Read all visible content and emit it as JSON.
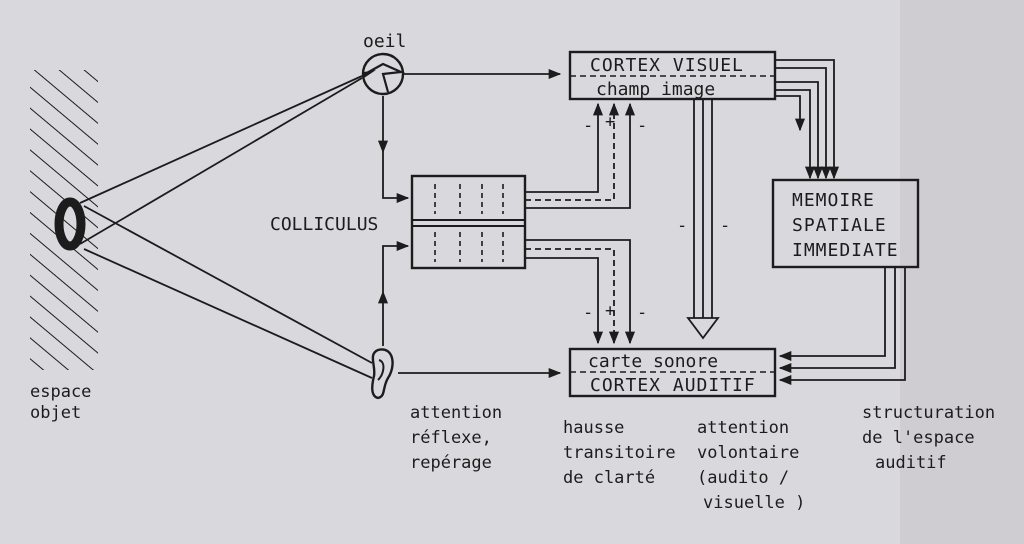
{
  "labels": {
    "oeil": "oeil",
    "colliculus": "COLLICULUS",
    "espace_objet": [
      "espace",
      "objet"
    ],
    "cortex_visuel": "CORTEX VISUEL",
    "champ_image": "champ image",
    "memoire": [
      "MEMOIRE",
      "SPATIALE",
      "IMMEDIATE"
    ],
    "carte_sonore": "carte sonore",
    "cortex_auditif": "CORTEX AUDITIF",
    "attention_reflexe": [
      "attention",
      "réflexe,",
      "repérage"
    ],
    "hausse": [
      "hausse",
      "transitoire",
      "de clarté"
    ],
    "attention_volontaire": [
      "attention",
      "volontaire",
      "(audito /",
      "visuelle )"
    ],
    "structuration": [
      "structuration",
      "de l'espace",
      "auditif"
    ]
  },
  "signs": {
    "minus": "-",
    "plus": "+"
  },
  "colors": {
    "background": "#d9d8dc",
    "ink": "#1c1c1c",
    "page_right": "#c9c7cc"
  }
}
